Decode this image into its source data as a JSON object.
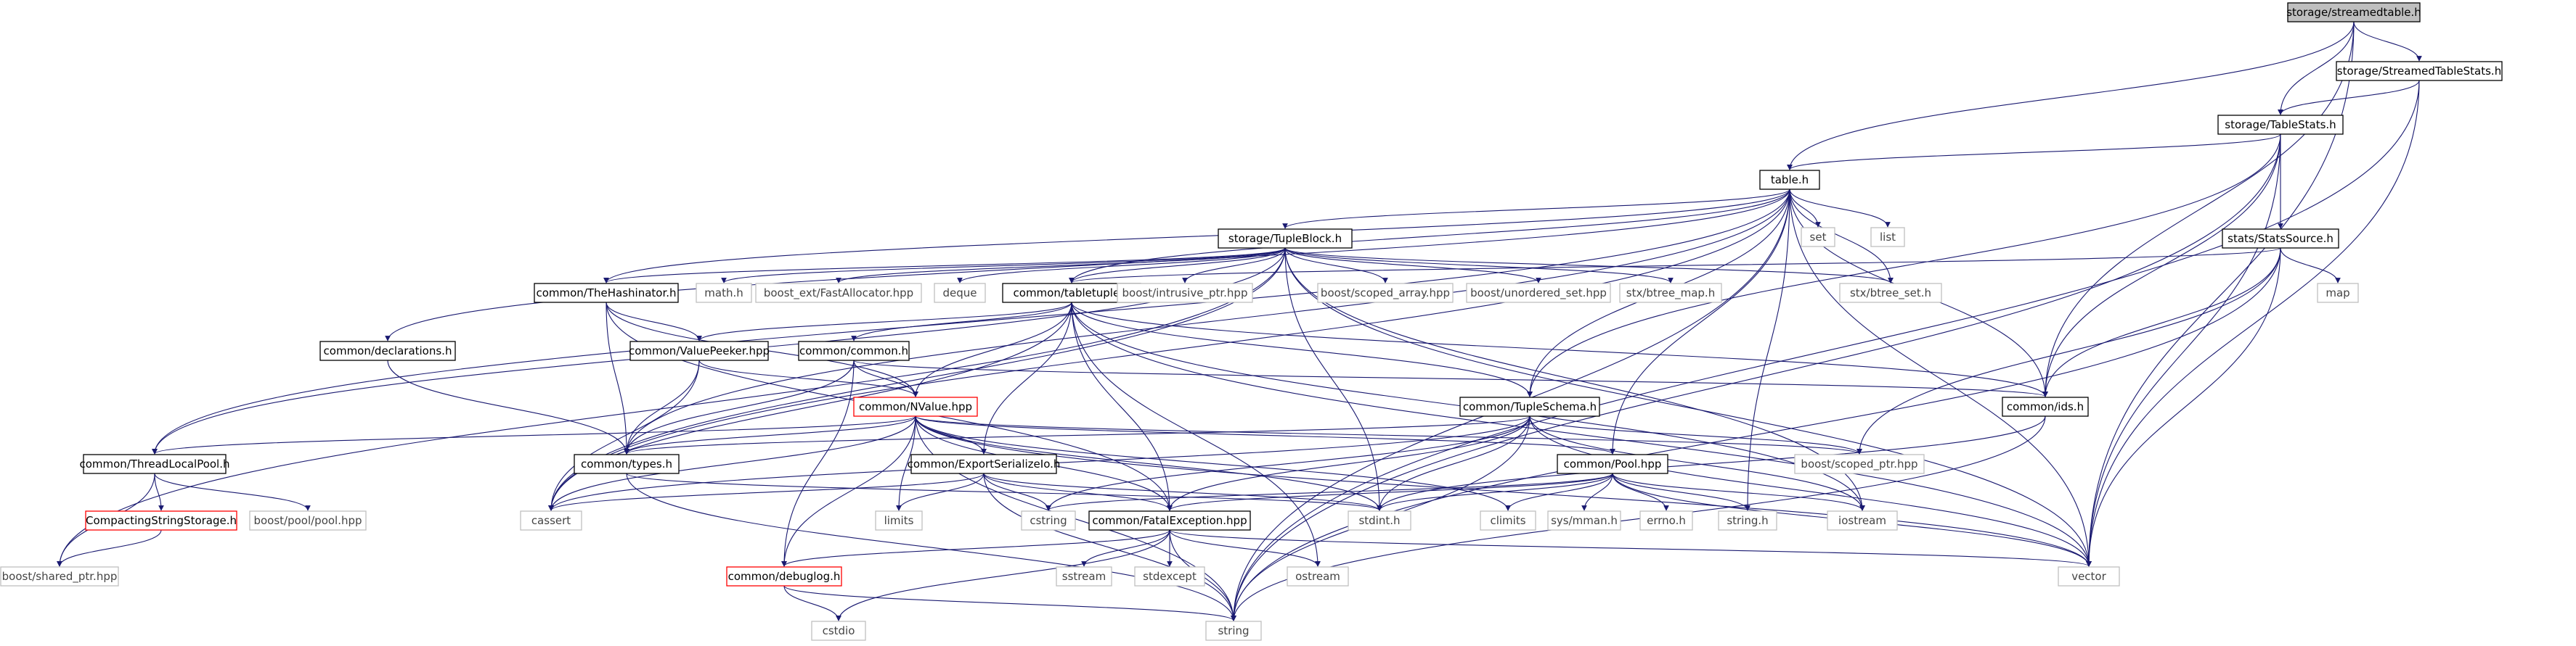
{
  "graph": {
    "root": "storage/streamedtable.h",
    "nodes": [
      {
        "id": "root",
        "label": "storage/streamedtable.h",
        "kind": "root"
      },
      {
        "id": "sts",
        "label": "storage/StreamedTableStats.h",
        "kind": "normal"
      },
      {
        "id": "ts",
        "label": "storage/TableStats.h",
        "kind": "normal"
      },
      {
        "id": "table",
        "label": "table.h",
        "kind": "normal"
      },
      {
        "id": "set",
        "label": "set",
        "kind": "ext"
      },
      {
        "id": "list",
        "label": "list",
        "kind": "ext"
      },
      {
        "id": "tb",
        "label": "storage/TupleBlock.h",
        "kind": "normal"
      },
      {
        "id": "ss",
        "label": "stats/StatsSource.h",
        "kind": "normal"
      },
      {
        "id": "math",
        "label": "math.h",
        "kind": "ext"
      },
      {
        "id": "fa",
        "label": "boost_ext/FastAllocator.hpp",
        "kind": "ext"
      },
      {
        "id": "deque",
        "label": "deque",
        "kind": "ext"
      },
      {
        "id": "tt",
        "label": "common/tabletuple.h",
        "kind": "normal"
      },
      {
        "id": "ip",
        "label": "boost/intrusive_ptr.hpp",
        "kind": "ext"
      },
      {
        "id": "sa",
        "label": "boost/scoped_array.hpp",
        "kind": "ext"
      },
      {
        "id": "us",
        "label": "boost/unordered_set.hpp",
        "kind": "ext"
      },
      {
        "id": "btm",
        "label": "stx/btree_map.h",
        "kind": "ext"
      },
      {
        "id": "bts",
        "label": "stx/btree_set.h",
        "kind": "ext"
      },
      {
        "id": "map",
        "label": "map",
        "kind": "ext"
      },
      {
        "id": "th",
        "label": "common/TheHashinator.h",
        "kind": "normal"
      },
      {
        "id": "decl",
        "label": "common/declarations.h",
        "kind": "normal"
      },
      {
        "id": "vp",
        "label": "common/ValuePeeker.hpp",
        "kind": "normal"
      },
      {
        "id": "cc",
        "label": "common/common.h",
        "kind": "normal"
      },
      {
        "id": "tsch",
        "label": "common/TupleSchema.h",
        "kind": "normal"
      },
      {
        "id": "ids",
        "label": "common/ids.h",
        "kind": "normal"
      },
      {
        "id": "nv",
        "label": "common/NValue.hpp",
        "kind": "red"
      },
      {
        "id": "tlp",
        "label": "common/ThreadLocalPool.h",
        "kind": "normal"
      },
      {
        "id": "types",
        "label": "common/types.h",
        "kind": "normal"
      },
      {
        "id": "es",
        "label": "common/ExportSerializeIo.h",
        "kind": "normal"
      },
      {
        "id": "pool",
        "label": "common/Pool.hpp",
        "kind": "normal"
      },
      {
        "id": "sp",
        "label": "boost/scoped_ptr.hpp",
        "kind": "ext"
      },
      {
        "id": "css",
        "label": "CompactingStringStorage.h",
        "kind": "red"
      },
      {
        "id": "bpp",
        "label": "boost/pool/pool.hpp",
        "kind": "ext"
      },
      {
        "id": "cassert",
        "label": "cassert",
        "kind": "ext"
      },
      {
        "id": "limits",
        "label": "limits",
        "kind": "ext"
      },
      {
        "id": "cstring",
        "label": "cstring",
        "kind": "ext"
      },
      {
        "id": "fe",
        "label": "common/FatalException.hpp",
        "kind": "normal"
      },
      {
        "id": "stdint",
        "label": "stdint.h",
        "kind": "ext"
      },
      {
        "id": "climits",
        "label": "climits",
        "kind": "ext"
      },
      {
        "id": "mman",
        "label": "sys/mman.h",
        "kind": "ext"
      },
      {
        "id": "errno",
        "label": "errno.h",
        "kind": "ext"
      },
      {
        "id": "strh",
        "label": "string.h",
        "kind": "ext"
      },
      {
        "id": "iostream",
        "label": "iostream",
        "kind": "ext"
      },
      {
        "id": "shp",
        "label": "boost/shared_ptr.hpp",
        "kind": "ext"
      },
      {
        "id": "dl",
        "label": "common/debuglog.h",
        "kind": "red"
      },
      {
        "id": "sstream",
        "label": "sstream",
        "kind": "ext"
      },
      {
        "id": "stdexcept",
        "label": "stdexcept",
        "kind": "ext"
      },
      {
        "id": "ostream",
        "label": "ostream",
        "kind": "ext"
      },
      {
        "id": "vector",
        "label": "vector",
        "kind": "ext"
      },
      {
        "id": "cstdio",
        "label": "cstdio",
        "kind": "ext"
      },
      {
        "id": "string",
        "label": "string",
        "kind": "ext"
      }
    ],
    "edges": [
      [
        "root",
        "table"
      ],
      [
        "root",
        "sts"
      ],
      [
        "root",
        "ts"
      ],
      [
        "root",
        "ids"
      ],
      [
        "root",
        "vector"
      ],
      [
        "sts",
        "ts"
      ],
      [
        "sts",
        "vector"
      ],
      [
        "sts",
        "string"
      ],
      [
        "ts",
        "table"
      ],
      [
        "ts",
        "ss"
      ],
      [
        "ts",
        "ids"
      ],
      [
        "ts",
        "tsch"
      ],
      [
        "ts",
        "vector"
      ],
      [
        "ts",
        "string"
      ],
      [
        "table",
        "set"
      ],
      [
        "table",
        "list"
      ],
      [
        "table",
        "tb"
      ],
      [
        "table",
        "tt"
      ],
      [
        "table",
        "bts"
      ],
      [
        "table",
        "tsch"
      ],
      [
        "table",
        "ids"
      ],
      [
        "table",
        "pool"
      ],
      [
        "table",
        "tlp"
      ],
      [
        "table",
        "decl"
      ],
      [
        "table",
        "types"
      ],
      [
        "table",
        "cassert"
      ],
      [
        "table",
        "vector"
      ],
      [
        "table",
        "string"
      ],
      [
        "table",
        "th"
      ],
      [
        "table",
        "strh"
      ],
      [
        "tb",
        "math"
      ],
      [
        "tb",
        "fa"
      ],
      [
        "tb",
        "deque"
      ],
      [
        "tb",
        "tt"
      ],
      [
        "tb",
        "ip"
      ],
      [
        "tb",
        "sa"
      ],
      [
        "tb",
        "us"
      ],
      [
        "tb",
        "btm"
      ],
      [
        "tb",
        "bts"
      ],
      [
        "tb",
        "th"
      ],
      [
        "tb",
        "tlp"
      ],
      [
        "tb",
        "shp"
      ],
      [
        "tb",
        "cassert"
      ],
      [
        "tb",
        "stdint"
      ],
      [
        "tb",
        "iostream"
      ],
      [
        "tb",
        "vector"
      ],
      [
        "ss",
        "tt"
      ],
      [
        "ss",
        "map"
      ],
      [
        "ss",
        "ids"
      ],
      [
        "ss",
        "sp"
      ],
      [
        "ss",
        "vector"
      ],
      [
        "ss",
        "string"
      ],
      [
        "tt",
        "vp"
      ],
      [
        "tt",
        "cc"
      ],
      [
        "tt",
        "tsch"
      ],
      [
        "tt",
        "nv"
      ],
      [
        "tt",
        "es"
      ],
      [
        "tt",
        "fe"
      ],
      [
        "tt",
        "cassert"
      ],
      [
        "tt",
        "ostream"
      ],
      [
        "tt",
        "iostream"
      ],
      [
        "tt",
        "vector"
      ],
      [
        "tt",
        "ids"
      ],
      [
        "th",
        "vp"
      ],
      [
        "th",
        "nv"
      ],
      [
        "th",
        "types"
      ],
      [
        "th",
        "fe"
      ],
      [
        "decl",
        "types"
      ],
      [
        "vp",
        "nv"
      ],
      [
        "vp",
        "types"
      ],
      [
        "vp",
        "cassert"
      ],
      [
        "cc",
        "nv"
      ],
      [
        "cc",
        "types"
      ],
      [
        "cc",
        "ids"
      ],
      [
        "cc",
        "dl"
      ],
      [
        "tsch",
        "types"
      ],
      [
        "tsch",
        "sp"
      ],
      [
        "tsch",
        "fe"
      ],
      [
        "tsch",
        "stdint"
      ],
      [
        "tsch",
        "cassert"
      ],
      [
        "tsch",
        "string"
      ],
      [
        "tsch",
        "vector"
      ],
      [
        "tsch",
        "cstring"
      ],
      [
        "tsch",
        "iostream"
      ],
      [
        "ids",
        "stdint"
      ],
      [
        "ids",
        "string"
      ],
      [
        "nv",
        "types"
      ],
      [
        "nv",
        "es"
      ],
      [
        "nv",
        "fe"
      ],
      [
        "nv",
        "pool"
      ],
      [
        "nv",
        "tlp"
      ],
      [
        "nv",
        "dl"
      ],
      [
        "nv",
        "cassert"
      ],
      [
        "nv",
        "limits"
      ],
      [
        "nv",
        "stdint"
      ],
      [
        "nv",
        "climits"
      ],
      [
        "nv",
        "vector"
      ],
      [
        "nv",
        "string"
      ],
      [
        "nv",
        "sp"
      ],
      [
        "tlp",
        "css"
      ],
      [
        "tlp",
        "bpp"
      ],
      [
        "tlp",
        "shp"
      ],
      [
        "css",
        "shp"
      ],
      [
        "types",
        "stdint"
      ],
      [
        "types",
        "string"
      ],
      [
        "es",
        "cassert"
      ],
      [
        "es",
        "limits"
      ],
      [
        "es",
        "cstring"
      ],
      [
        "es",
        "fe"
      ],
      [
        "es",
        "string"
      ],
      [
        "es",
        "stdint"
      ],
      [
        "pool",
        "stdint"
      ],
      [
        "pool",
        "climits"
      ],
      [
        "pool",
        "mman"
      ],
      [
        "pool",
        "errno"
      ],
      [
        "pool",
        "strh"
      ],
      [
        "pool",
        "iostream"
      ],
      [
        "pool",
        "vector"
      ],
      [
        "pool",
        "fe"
      ],
      [
        "pool",
        "cstring"
      ],
      [
        "fe",
        "dl"
      ],
      [
        "fe",
        "sstream"
      ],
      [
        "fe",
        "stdexcept"
      ],
      [
        "fe",
        "ostream"
      ],
      [
        "fe",
        "string"
      ],
      [
        "fe",
        "cstdio"
      ],
      [
        "fe",
        "vector"
      ],
      [
        "dl",
        "cstdio"
      ],
      [
        "dl",
        "string"
      ]
    ]
  }
}
